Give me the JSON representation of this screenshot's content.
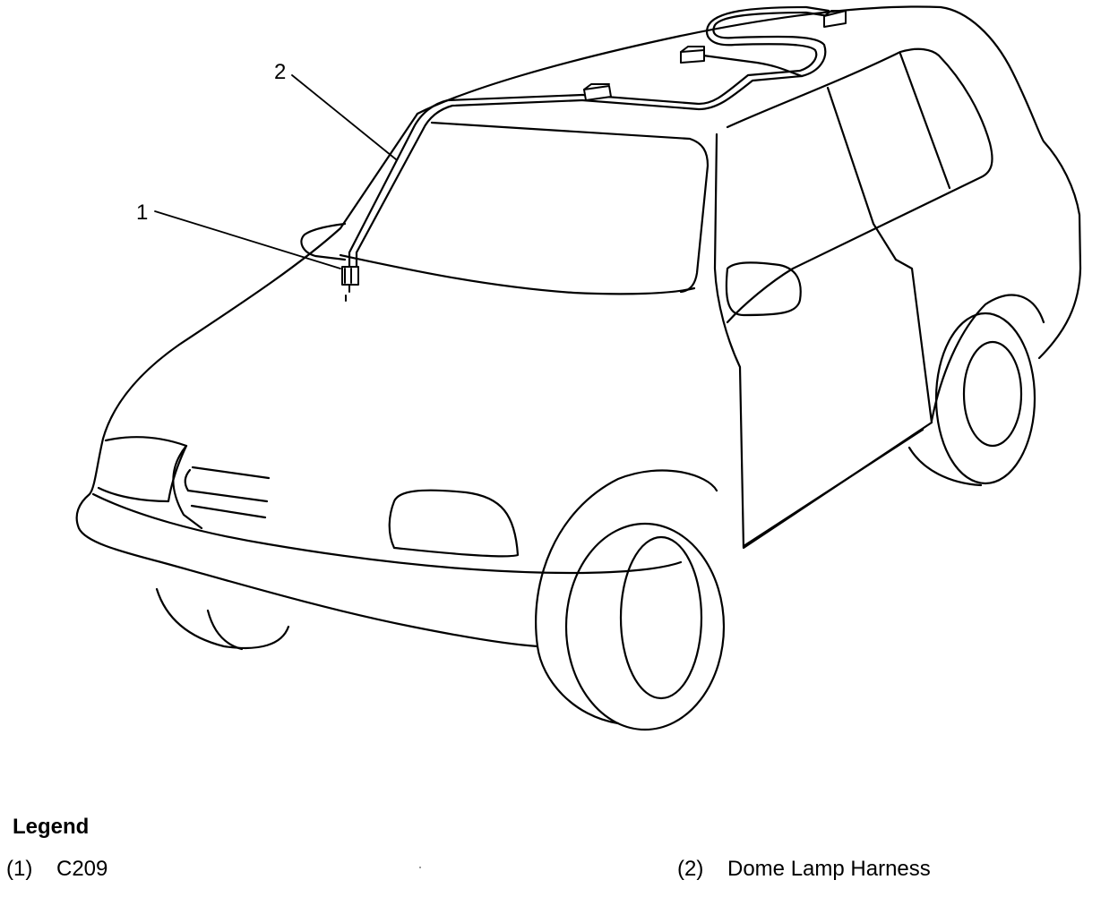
{
  "callouts": [
    {
      "number": "1"
    },
    {
      "number": "2"
    }
  ],
  "legend": {
    "title": "Legend",
    "items": [
      {
        "number": "(1)",
        "label": "C209"
      },
      {
        "number": "(2)",
        "label": "Dome Lamp Harness"
      }
    ]
  },
  "colors": {
    "line": "#000000",
    "background": "#ffffff"
  }
}
